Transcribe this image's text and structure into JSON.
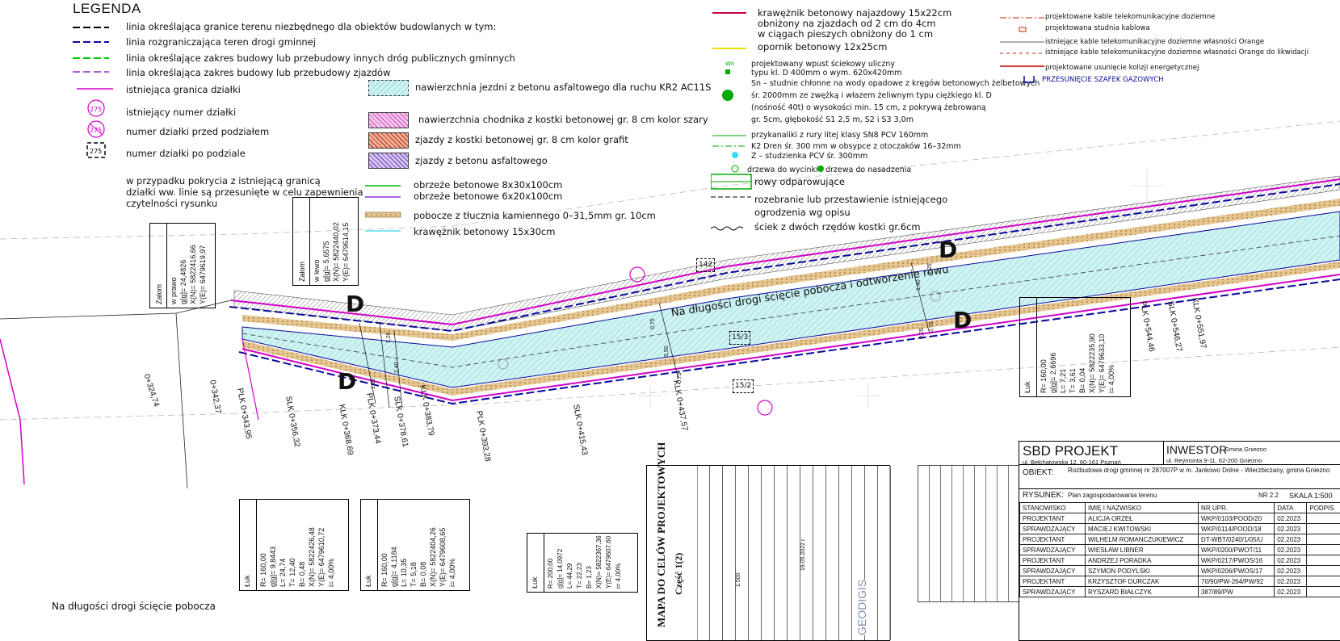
{
  "legend": {
    "title": "LEGENDA",
    "left_items": [
      "linia określająca granice terenu niezbędnego dla obiektów budowlanych w tym:",
      "linia rozgraniczająca teren drogi gminnej",
      "linia określające zakres budowy lub przebudowy innych dróg publicznych gminnych",
      "linia określająca zakres budowy lub przebudowy zjazdów",
      "istniejąca granica działki",
      "istniejący numer działki",
      "numer działki przed podziałem",
      "numer działki po podziale"
    ],
    "plot_badge": "275",
    "note": [
      "w przypadku pokrycia z istniejącą granicą",
      "działki ww. linie są przesunięte w celu zapewnienia",
      "czytelności rysunku"
    ],
    "surface_items": [
      "nawierzchnia jezdni z betonu asfaltowego dla ruchu KR2 AC11S",
      "nawierzchnia chodnika z kostki betonowej gr. 8 cm kolor szary",
      "zjazdy z kostki betonowej gr. 8 cm kolor grafit",
      "zjazdy z betonu asfaltowego"
    ],
    "curb_items": [
      "obrzeże betonowe 8x30x100cm",
      "obrzeże betonowe 6x20x100cm",
      "pobocze z tłucznia kamiennego 0–31,5mm gr. 10cm",
      "krawężnik betonowy 15x30cm"
    ],
    "right_items": [
      "krawężnik betonowy najazdowy 15x22cm",
      "obniżony na zjazdach od 2 cm do 4cm",
      "w ciągach pieszych obniżony do 1 cm",
      "opornik betonowy 12x25cm",
      "projektowany wpust ściekowy uliczny",
      "typu kl. D 400mm o wym. 620x420mm",
      "Sn – studnie chłonne na wody opadowe z kręgów betonowych żelbetowych",
      "śr. 2000mm ze zwężką i włazem żeliwnym typu ciężkiego kl. D",
      "(nośność 40t) o wysokości min. 15 cm, z pokrywą żebrowaną",
      "gr. 5cm, głębokość S1 2,5 m, S2 i S3 3,0m",
      "przykanaliki z rury litej klasy SN8 PCV 160mm",
      "K2 Dren śr. 300 mm w obsypce z otoczaków 16–32mm",
      "Z – studzienka PCV śr. 300mm",
      "drzewa do wycinki",
      "drzewa do nasadzenia",
      "rowy odparowujące",
      "rozebranie lub przestawienie istniejącego",
      "ogrodzenia wg opisu",
      "ściek z dwóch rzędów kostki gr.6cm"
    ],
    "inlet_label": "Wn",
    "far_right_items": [
      "projektowane kable telekomunikacyjne doziemne",
      "projektowana studnia kablowa",
      "istniejące kable telekomunikacyjne doziemne własności Orange",
      "istniejące kable telekomunikacyjne doziemne własności Orange do likwidacji",
      "projektowane usunięcie kolizji energetycznej",
      "PRZESUNIĘCIE SZAFEK GAZOWYCH"
    ]
  },
  "road_labels": {
    "shoulder_long": "Na długości drogi ścięcie pobocza i odtworzenie rowu",
    "shoulder_short": "Na długości drogi ścięcie pobocza",
    "driveway_mark": "D",
    "stations": [
      "0+324,74",
      "0+342,37",
      "PLK 0+343,95",
      "SLK 0+356,32",
      "KLK 0+368,69",
      "PLK 0+373,44",
      "SLK 0+378,61",
      "KLK 0+383,79",
      "PLK 0+393,28",
      "SLK 0+415,43",
      "KLK 0+437,57",
      "PLK 0+544,46",
      "SLK 0+546,27",
      "KLK 0+551,97"
    ],
    "dims": [
      "0,75",
      "5,50",
      "0,75",
      "1,20",
      "1,80",
      "2,40",
      "0,25",
      "0,75",
      "1,40",
      "1,25"
    ],
    "plots": [
      "142",
      "15/3",
      "15/2"
    ]
  },
  "boxes": {
    "zalom1": [
      "Załom",
      "w prawo",
      "g[g]= 24,4826",
      "X(N)= 5822416,66",
      "Y(E)= 6479619,97"
    ],
    "zalom2": [
      "Załom",
      "w lewo",
      "g[g]= 5,6575",
      "X(N)= 5822440,02",
      "Y(E)= 6479614,15"
    ],
    "luk1": [
      "Łuk",
      "R= 160,00",
      "g[g]= 9,8443",
      "L= 24,74",
      "T= 12,40",
      "B= 0,48",
      "X(N)= 5822426,48",
      "Y(E)= 6479610,72",
      "i= 4,00%"
    ],
    "luk2": [
      "Łuk",
      "R= 160,00",
      "g[g]= 4,1184",
      "L= 10,35",
      "T= 5,18",
      "B= 0,08",
      "X(N)= 5822404,26",
      "Y(E)= 6479608,65",
      "i= 4,00%"
    ],
    "luk3": [
      "Łuk",
      "R= 200,00",
      "g[g]= 14,0972",
      "L= 44,29",
      "T= 22,23",
      "B= 1,23",
      "X(N)= 5822367,36",
      "Y(E)= 6479607,60",
      "i= 4,00%"
    ],
    "luk4": [
      "Łuk",
      "R= 160,00",
      "g[g]= 2,6696",
      "L= 7,21",
      "T= 3,61",
      "B= 0,04",
      "X(N)= 5822235,90",
      "Y(E)= 6479633,10",
      "i= 4,00%"
    ]
  },
  "map_block": {
    "title": "MAPA DO CELÓW PROJEKTOWYCH",
    "subtitle": "Część 1(2)",
    "scale": "1:500",
    "date": "19.05.2022 r.",
    "company": "GEODIGIS"
  },
  "title_block": {
    "company": "SBD PROJEKT",
    "company_address": "ul. Bełchatowska 12, 60-161 Poznań",
    "investor_label": "INWESTOR",
    "investor_name": "Gmina Gniezno",
    "investor_address": "ul. Reymonta 9-11, 62-200 Gniezno",
    "object_label": "OBIEKT:",
    "object_text": "Rozbudowa drogi gminnej nr 287007P w m. Jankowo Dolne - Wierzbiczany, gmina Gniezno",
    "drawing_label": "RYSUNEK:",
    "drawing_text": "Plan zagospodarowania terenu",
    "number": "NR 2.2",
    "scale": "SKALA 1:500",
    "headers": [
      "STANOWISKO",
      "IMIĘ I NAZWISKO",
      "NR UPR.",
      "DATA",
      "PODPIS"
    ],
    "rows": [
      [
        "PROJEKTANT",
        "ALICJA ORZEŁ",
        "WKP/0103/POOD/20",
        "02.2023",
        ""
      ],
      [
        "SPRAWDZAJĄCY",
        "MACIEJ KWITOWSKI",
        "WKP/0114/POOD/18",
        "02.2023",
        ""
      ],
      [
        "PROJEKTANT",
        "WILHELM ROMANCZUKIEWICZ",
        "DT-WBT/0240/1/05/U",
        "02.2023",
        ""
      ],
      [
        "SPRAWDZAJĄCY",
        "WIESŁAW LIBNER",
        "WKP/0200/PWOT/11",
        "02.2023",
        ""
      ],
      [
        "PROJEKTANT",
        "ANDRZEJ PORADKA",
        "WKP/0217/PWOS/16",
        "02.2023",
        ""
      ],
      [
        "SPRAWDZAJĄCY",
        "SZYMON PODYLSKI",
        "WKP/0206/PWOS/17",
        "02.2023",
        ""
      ],
      [
        "PROJEKTANT",
        "KRZYSZTOF DURCZAK",
        "70/90/PW-264/PW/92",
        "02.2023",
        ""
      ],
      [
        "SPRAWDZAJĄCY",
        "RYSZARD BIAŁCZYK",
        "387/89/PW",
        "02.2023",
        ""
      ]
    ]
  },
  "colors": {
    "magenta": "#d400c8",
    "green": "#00b000",
    "road_fill": "#cdf3f3",
    "navy": "#0a0a9a",
    "gravel": "#d8b070"
  }
}
